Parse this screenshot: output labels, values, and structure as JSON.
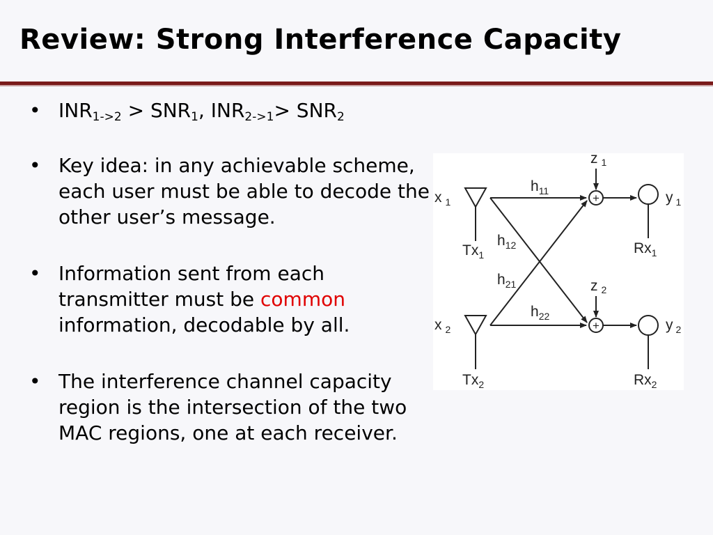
{
  "title": "Review: Strong Interference Capacity",
  "bullets": {
    "b1": {
      "inr1": "INR",
      "inr1_sub": "1->2",
      "gt1": " > SNR",
      "snr1_sub": "1",
      "comma": ", INR",
      "inr2_sub": "2->1",
      "gt2": "> SNR",
      "snr2_sub": "2"
    },
    "b2": {
      "text": "Key idea: in any achievable scheme, each user  must be able to decode the other user’s message."
    },
    "b3": {
      "before": "Information sent from each transmitter must be ",
      "highlight": "common",
      "after": " information, decodable by all."
    },
    "b4": {
      "text": "The interference channel capacity region is the intersection of the two MAC regions, one at each receiver."
    }
  },
  "diagram": {
    "x1": "x",
    "x1_sub": "1",
    "x2": "x",
    "x2_sub": "2",
    "tx1": "Tx",
    "tx1_sub": "1",
    "tx2": "Tx",
    "tx2_sub": "2",
    "rx1": "Rx",
    "rx1_sub": "1",
    "rx2": "Rx",
    "rx2_sub": "2",
    "y1": "y",
    "y1_sub": "1",
    "y2": "y",
    "y2_sub": "2",
    "z1": "z",
    "z1_sub": "1",
    "z2": "z",
    "z2_sub": "2",
    "h11": "h",
    "h11_sub": "11",
    "h12": "h",
    "h12_sub": "12",
    "h21": "h",
    "h21_sub": "21",
    "h22": "h",
    "h22_sub": "22",
    "plus": "+"
  },
  "colors": {
    "accent_rule": "#7a1a1a",
    "highlight": "#e00000"
  }
}
